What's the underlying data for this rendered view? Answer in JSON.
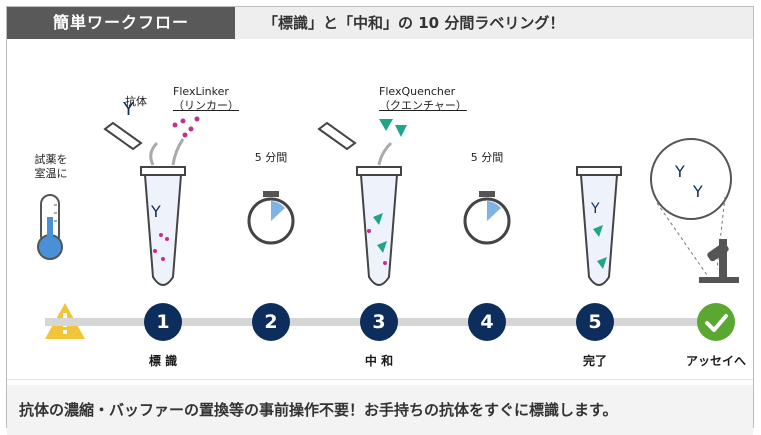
{
  "header": {
    "badge": "簡単ワークフロー",
    "headline": "「標識」と「中和」の 10 分間ラベリング！"
  },
  "labels": {
    "antibody": "抗体",
    "flexlinker": "FlexLinker",
    "flexlinker_sub": "（リンカー）",
    "flexquencher": "FlexQuencher",
    "flexquencher_sub": "（クエンチャー）",
    "warm_line1": "試薬を",
    "warm_line2": "室温に",
    "time_1": "5 分間",
    "time_2": "5 分間"
  },
  "steps": [
    {
      "number": "1",
      "label": "標 識"
    },
    {
      "number": "2",
      "label": ""
    },
    {
      "number": "3",
      "label": "中 和"
    },
    {
      "number": "4",
      "label": ""
    },
    {
      "number": "5",
      "label": "完了"
    }
  ],
  "final_step": {
    "label": "アッセイへ"
  },
  "footer": {
    "text": "抗体の濃縮・バッファーの置換等の事前操作不要！お手持ちの抗体をすぐに標識します。"
  },
  "colors": {
    "navy": "#0d2e5c",
    "green": "#5aa832",
    "warning": "#f2c43a",
    "teal": "#20a58a",
    "pink": "#c2308a",
    "timer_fill": "#7fb3e6"
  }
}
